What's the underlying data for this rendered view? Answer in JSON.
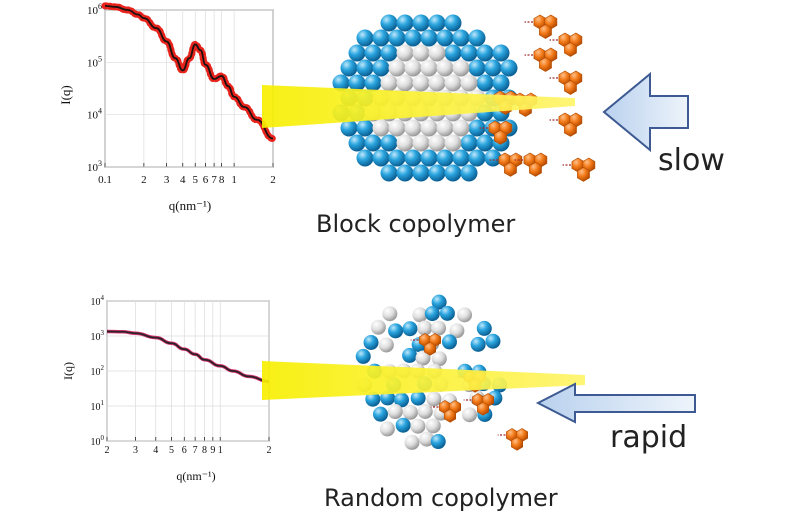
{
  "panels": [
    {
      "id": "block",
      "caption": "Block copolymer",
      "speed_label": "slow",
      "chart": {
        "type": "line",
        "xlabel": "q(nm⁻¹)",
        "ylabel": "I(q)",
        "x_scale": "log",
        "y_scale": "log",
        "xlim": [
          0.1,
          2
        ],
        "ylim": [
          1000,
          1000000
        ],
        "x_ticks": [
          {
            "value": 0.1,
            "label": "0.1"
          },
          {
            "value": 0.2,
            "label": "2"
          },
          {
            "value": 0.3,
            "label": "3"
          },
          {
            "value": 0.4,
            "label": "4"
          },
          {
            "value": 0.5,
            "label": "5"
          },
          {
            "value": 0.6,
            "label": "6"
          },
          {
            "value": 0.7,
            "label": "7"
          },
          {
            "value": 0.8,
            "label": "8"
          },
          {
            "value": 1,
            "label": "1"
          },
          {
            "value": 2,
            "label": "2"
          }
        ],
        "y_ticks": [
          {
            "value": 1000,
            "base": "10",
            "exp": "3"
          },
          {
            "value": 10000,
            "base": "10",
            "exp": "4"
          },
          {
            "value": 100000,
            "base": "10",
            "exp": "5"
          },
          {
            "value": 1000000,
            "base": "10",
            "exp": "6"
          }
        ],
        "series": [
          {
            "style": "markers",
            "color": "#e8231b",
            "x": [
              0.1,
              0.12,
              0.15,
              0.18,
              0.2,
              0.25,
              0.3,
              0.35,
              0.4,
              0.45,
              0.5,
              0.55,
              0.6,
              0.7,
              0.8,
              0.9,
              1.0,
              1.2,
              1.5,
              2.0
            ],
            "y": [
              1200000,
              1150000,
              1000000,
              820000,
              700000,
              450000,
              250000,
              120000,
              70000,
              120000,
              220000,
              170000,
              90000,
              48000,
              55000,
              35000,
              22000,
              14000,
              8000,
              3500
            ]
          },
          {
            "style": "line",
            "color": "#111111",
            "x": [
              0.1,
              0.12,
              0.15,
              0.18,
              0.2,
              0.25,
              0.3,
              0.35,
              0.4,
              0.45,
              0.5,
              0.55,
              0.6,
              0.7,
              0.8,
              0.9,
              1.0,
              1.2,
              1.5,
              2.0
            ],
            "y": [
              1200000,
              1150000,
              1000000,
              820000,
              700000,
              450000,
              250000,
              120000,
              70000,
              120000,
              220000,
              170000,
              90000,
              48000,
              55000,
              35000,
              22000,
              14000,
              8000,
              3500
            ]
          }
        ]
      }
    },
    {
      "id": "random",
      "caption": "Random copolymer",
      "speed_label": "rapid",
      "chart": {
        "type": "line",
        "xlabel": "q(nm⁻¹)",
        "ylabel": "I(q)",
        "x_scale": "log",
        "y_scale": "log",
        "xlim": [
          0.2,
          2
        ],
        "ylim": [
          1,
          10000
        ],
        "x_ticks": [
          {
            "value": 0.2,
            "label": "2"
          },
          {
            "value": 0.3,
            "label": "3"
          },
          {
            "value": 0.4,
            "label": "4"
          },
          {
            "value": 0.5,
            "label": "5"
          },
          {
            "value": 0.6,
            "label": "6"
          },
          {
            "value": 0.7,
            "label": "7"
          },
          {
            "value": 0.8,
            "label": "8"
          },
          {
            "value": 0.9,
            "label": "9"
          },
          {
            "value": 1,
            "label": "1"
          },
          {
            "value": 2,
            "label": "2"
          }
        ],
        "y_ticks": [
          {
            "value": 1,
            "base": "10",
            "exp": "0"
          },
          {
            "value": 10,
            "base": "10",
            "exp": "1"
          },
          {
            "value": 100,
            "base": "10",
            "exp": "2"
          },
          {
            "value": 1000,
            "base": "10",
            "exp": "3"
          },
          {
            "value": 10000,
            "base": "10",
            "exp": "4"
          }
        ],
        "series": [
          {
            "style": "line",
            "color": "#d42a6a",
            "x": [
              0.2,
              0.25,
              0.3,
              0.4,
              0.5,
              0.6,
              0.7,
              0.8,
              1.0,
              1.2,
              1.5,
              2.0
            ],
            "y": [
              1350,
              1320,
              1200,
              900,
              620,
              420,
              300,
              210,
              140,
              100,
              70,
              50
            ]
          },
          {
            "style": "line",
            "color": "#222222",
            "x": [
              0.2,
              0.25,
              0.3,
              0.4,
              0.5,
              0.6,
              0.7,
              0.8,
              1.0,
              1.2,
              1.5,
              2.0
            ],
            "y": [
              1350,
              1320,
              1200,
              900,
              620,
              420,
              300,
              210,
              140,
              100,
              70,
              50
            ]
          }
        ]
      }
    }
  ],
  "colors": {
    "hydrophilic_bead": "#1e9bd7",
    "core_bead": "#d8d8d8",
    "guest_molecule": "#f07a1a",
    "beam": "#f5ee00",
    "arrow_fill": "#cfe0f3",
    "arrow_stroke": "#3d5a92"
  }
}
